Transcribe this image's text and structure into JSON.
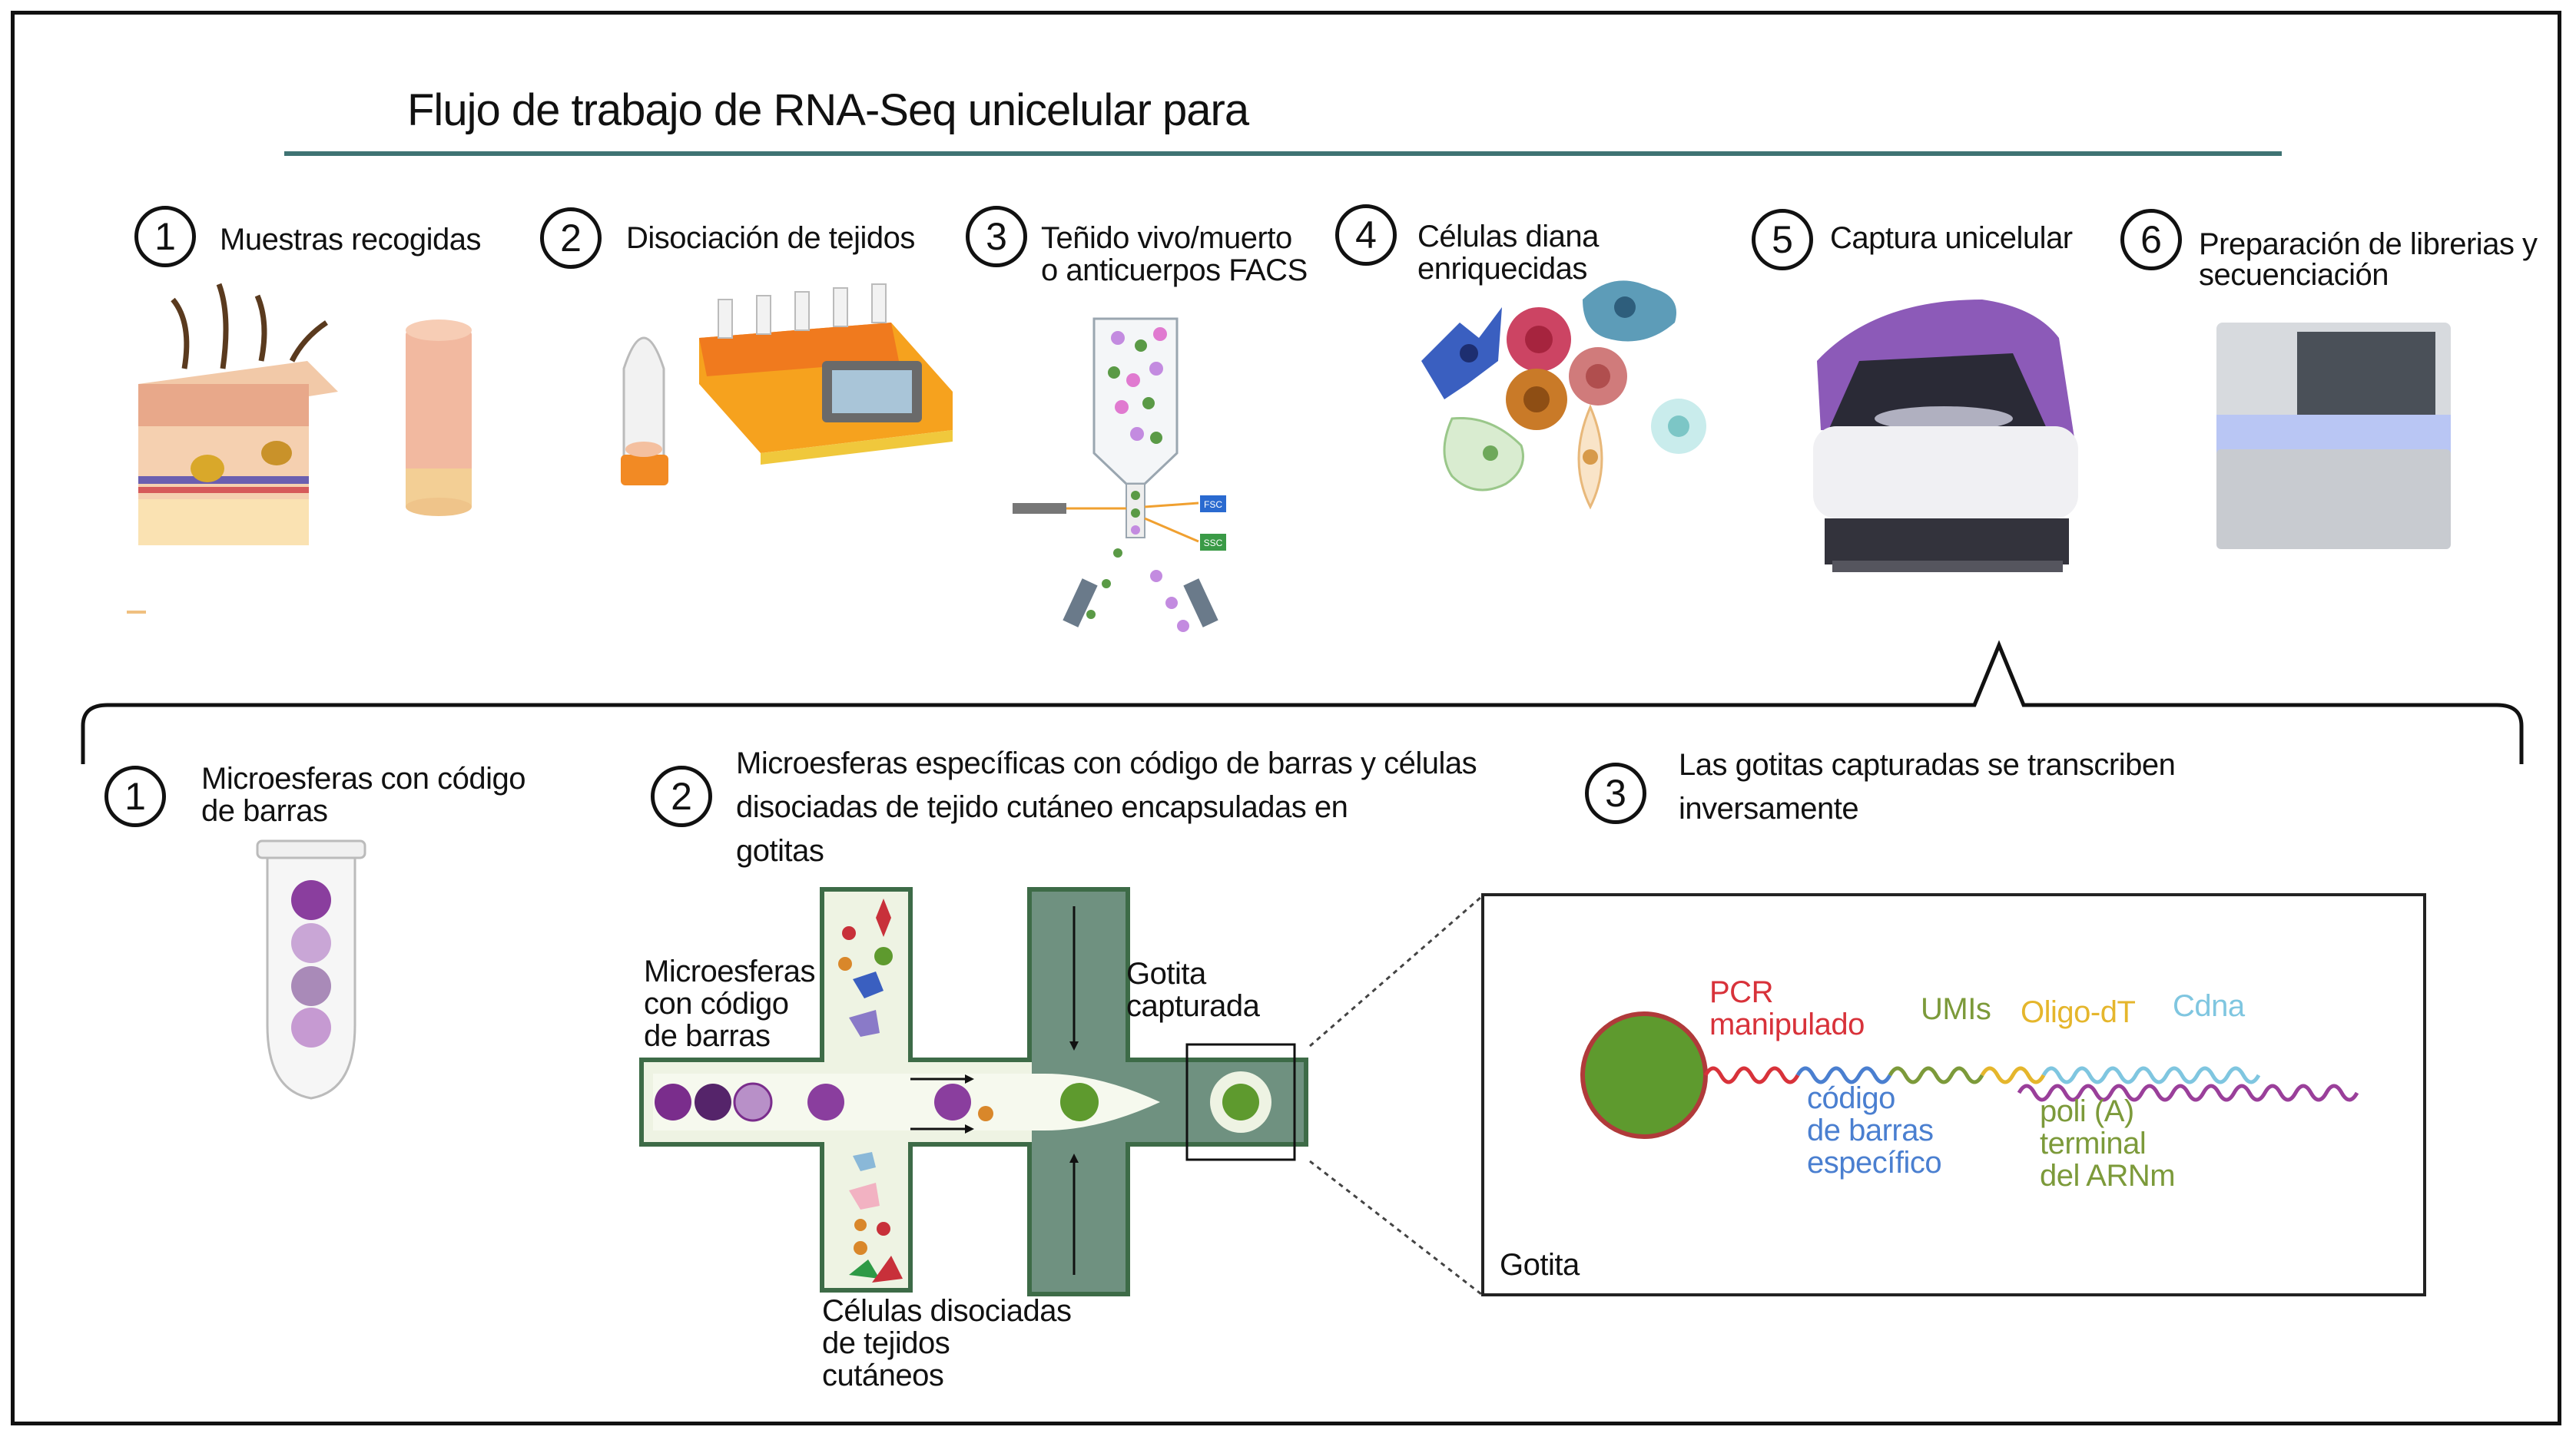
{
  "title": "Flujo de trabajo de RNA-Seq unicelular para",
  "steps_top": [
    {
      "num": "1",
      "label": "Muestras recogidas"
    },
    {
      "num": "2",
      "label": "Disociación de tejidos"
    },
    {
      "num": "3",
      "label_line1": "Teñido vivo/muerto",
      "label_line2": "o anticuerpos FACS"
    },
    {
      "num": "4",
      "label_line1": "Células diana",
      "label_line2": "enriquecidas"
    },
    {
      "num": "5",
      "label": "Captura unicelular"
    },
    {
      "num": "6",
      "label_line1": "Preparación de librerias y",
      "label_line2": "secuenciación"
    }
  ],
  "facs_tags": {
    "fsc": "FSC",
    "ssc": "SSC"
  },
  "steps_bottom": [
    {
      "num": "1",
      "label_line1": "Microesferas con código",
      "label_line2": "de barras"
    },
    {
      "num": "2",
      "label_line1": "Microesferas específicas con código de barras y células",
      "label_line2": "disociadas de tejido cutáneo encapsuladas en",
      "label_line3": "gotitas"
    },
    {
      "num": "3",
      "label_line1": "Las gotitas capturadas se transcriben",
      "label_line2": "inversamente"
    }
  ],
  "microfluidics": {
    "beads_label": [
      "Microesferas",
      "con código",
      "de barras"
    ],
    "captured_label": [
      "Gotita",
      "capturada"
    ],
    "cells_label": [
      "Células disociadas",
      "de tejidos",
      "cutáneos"
    ]
  },
  "droplet": {
    "box_label": "Gotita",
    "pcr_label": [
      "PCR",
      "manipulado"
    ],
    "barcode_label": [
      "código",
      "de barras",
      "específico"
    ],
    "umis_label": "UMIs",
    "oligo_label": "Oligo-dT",
    "cdna_label": "Cdna",
    "polya_label": [
      "poli (A)",
      "terminal",
      "del ARNm"
    ]
  },
  "colors": {
    "rule": "#3f7373",
    "channel_fill": "#6f9180",
    "channel_light": "#eef3e3",
    "bead_green": "#5e9a2e",
    "pcr_red": "#d8323a",
    "barcode_blue": "#4a7fd0",
    "umis_olive": "#7c9a3a",
    "oligo_yellow": "#e5b62c",
    "cdna_lightblue": "#7fc6e0",
    "polya_purple": "#9a3f9a"
  }
}
